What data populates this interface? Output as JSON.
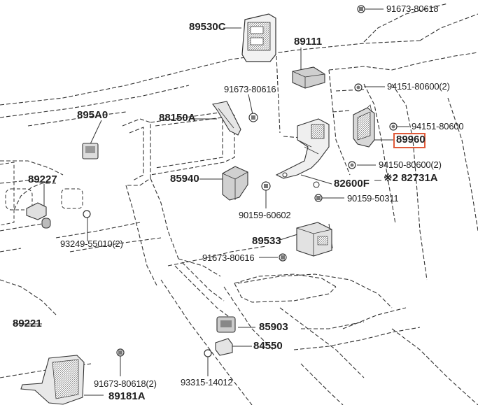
{
  "highlight_color": "#e05a3a",
  "line_color": "#333333",
  "labels": {
    "p89530C": "89530C",
    "p91673_80618_top": "91673-80618",
    "p89111": "89111",
    "p94151_80600_2": "94151-80600(2)",
    "p91673_80616_a": "91673-80616",
    "p94151_80600": "94151-80600",
    "p895A0": "895A0",
    "p88150A": "88150A",
    "p89960": "89960",
    "p94150_80600_2": "94150-80600(2)",
    "p82600F": "82600F",
    "p82731A": "※2 82731A",
    "p89227": "89227",
    "p85940": "85940",
    "p90159_50311": "90159-50311",
    "p90159_60602": "90159-60602",
    "p89533": "89533",
    "p93249_55010_2": "93249-55010(2)",
    "p91673_80616_b": "91673-80616",
    "p89221": "89221",
    "p85903": "85903",
    "p84550": "84550",
    "p91673_80618_2": "91673-80618(2)",
    "p93315_14012": "93315-14012",
    "p89181A": "89181A"
  },
  "icons": {
    "ecu": "airbag-ecu-icon",
    "bolt": "bolt-icon",
    "sensor": "sensor-icon",
    "bracket": "bracket-icon"
  }
}
